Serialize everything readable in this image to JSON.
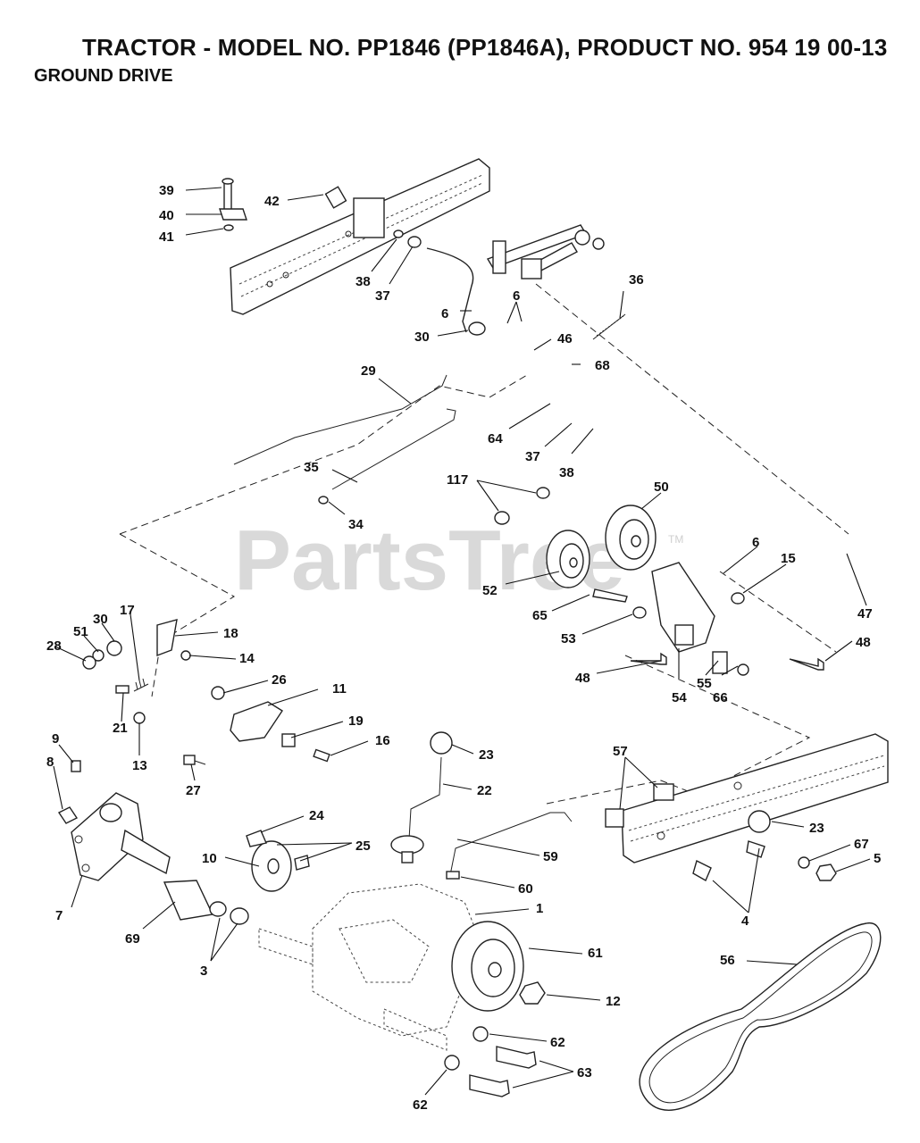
{
  "header": {
    "title": "TRACTOR - MODEL NO. PP1846 (PP1846A), PRODUCT NO. 954 19 00-13",
    "subtitle": "GROUND DRIVE"
  },
  "watermark": {
    "text": "PartsTree",
    "tm": "TM"
  },
  "callouts": [
    "39",
    "40",
    "41",
    "42",
    "38",
    "37",
    "36",
    "6",
    "6",
    "30",
    "46",
    "68",
    "29",
    "64",
    "37",
    "38",
    "35",
    "34",
    "117",
    "50",
    "6",
    "15",
    "52",
    "65",
    "53",
    "47",
    "48",
    "48",
    "54",
    "55",
    "66",
    "17",
    "18",
    "30",
    "51",
    "28",
    "14",
    "26",
    "11",
    "21",
    "13",
    "19",
    "16",
    "27",
    "9",
    "8",
    "23",
    "22",
    "57",
    "24",
    "25",
    "10",
    "23",
    "67",
    "5",
    "59",
    "60",
    "7",
    "69",
    "3",
    "1",
    "61",
    "4",
    "56",
    "12",
    "62",
    "63",
    "62"
  ]
}
